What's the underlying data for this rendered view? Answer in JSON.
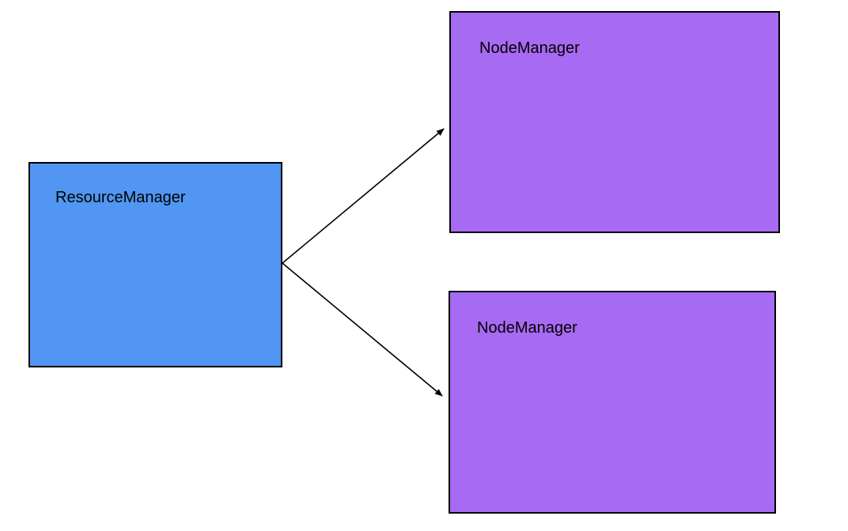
{
  "diagram": {
    "background_color": "#ffffff",
    "stroke_color": "#000000",
    "nodes": {
      "resource_manager": {
        "label": "ResourceManager",
        "fill": "#5096f2",
        "border": "#000000"
      },
      "node_manager_top": {
        "label": "NodeManager",
        "fill": "#a76af2",
        "border": "#000000"
      },
      "node_manager_bottom": {
        "label": "NodeManager",
        "fill": "#a76af2",
        "border": "#000000"
      }
    },
    "edges": [
      {
        "from": "resource_manager",
        "to": "node_manager_top",
        "type": "straight-arrow",
        "arrowhead": "filled-triangle-at-target"
      },
      {
        "from": "resource_manager",
        "to": "node_manager_bottom",
        "type": "straight-arrow",
        "arrowhead": "filled-triangle-at-target"
      }
    ]
  }
}
